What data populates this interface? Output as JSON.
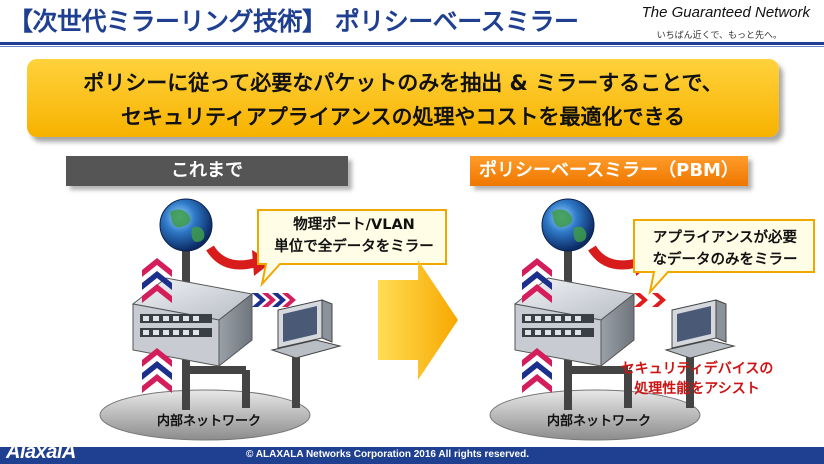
{
  "header": {
    "title": "【次世代ミラーリング技術】 ポリシーベースミラー",
    "tagline": "The Guaranteed Network",
    "subtagline": "いちばん近くで、もっと先へ。"
  },
  "callout": {
    "line1": "ポリシーに従って必要なパケットのみを抽出 & ミラーすることで、",
    "line2": "セキュリティアプライアンスの処理やコストを最適化できる"
  },
  "before": {
    "label": "これまで",
    "bubble_line1": "物理ポート/VLAN",
    "bubble_line2": "単位で全データをミラー",
    "base_label": "内部ネットワーク"
  },
  "after": {
    "label": "ポリシーベースミラー（PBM）",
    "bubble_line1": "アプライアンスが必要",
    "bubble_line2": "なデータのみをミラー",
    "base_label": "内部ネットワーク",
    "assist_line1": "セキュリティデバイスの",
    "assist_line2": "処理性能をアシスト"
  },
  "footer": {
    "logo": "AlaxalA",
    "copyright": "© ALAXALA Networks Corporation 2016 All rights reserved."
  },
  "colors": {
    "brand_blue": "#1f3f91",
    "callout_yellow": "#ffc61a",
    "section_gray": "#555555",
    "section_orange": "#f08000",
    "arrow_red": "#d81c1c",
    "big_arrow": "#ffc000"
  },
  "icons": [
    "globe-icon",
    "switch-icon",
    "pc-icon",
    "up-chevrons-icon",
    "mirror-chevrons-icon",
    "transition-arrow-icon"
  ]
}
